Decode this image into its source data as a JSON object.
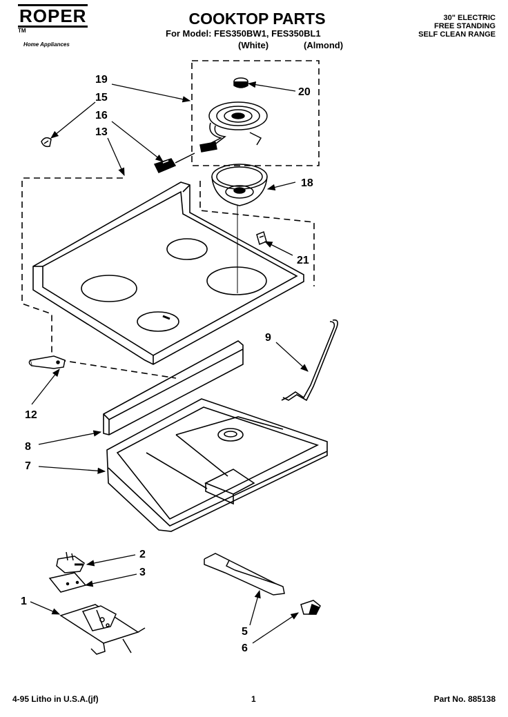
{
  "header": {
    "brand": "ROPER",
    "brand_tm": "TM",
    "brand_sub": "Home Appliances",
    "title": "COOKTOP PARTS",
    "model_line": "For Model: FES350BW1, FES350BL1",
    "variant_white": "(White)",
    "variant_almond": "(Almond)",
    "description": [
      "30\" ELECTRIC",
      "FREE STANDING",
      "SELF CLEAN RANGE"
    ]
  },
  "callouts": [
    "19",
    "20",
    "15",
    "16",
    "13",
    "18",
    "21",
    "9",
    "12",
    "8",
    "7",
    "2",
    "3",
    "1",
    "5",
    "6"
  ],
  "footer": {
    "print_info": "4-95 Litho in U.S.A.(jf)",
    "page_number": "1",
    "part_number": "Part No. 885138"
  }
}
